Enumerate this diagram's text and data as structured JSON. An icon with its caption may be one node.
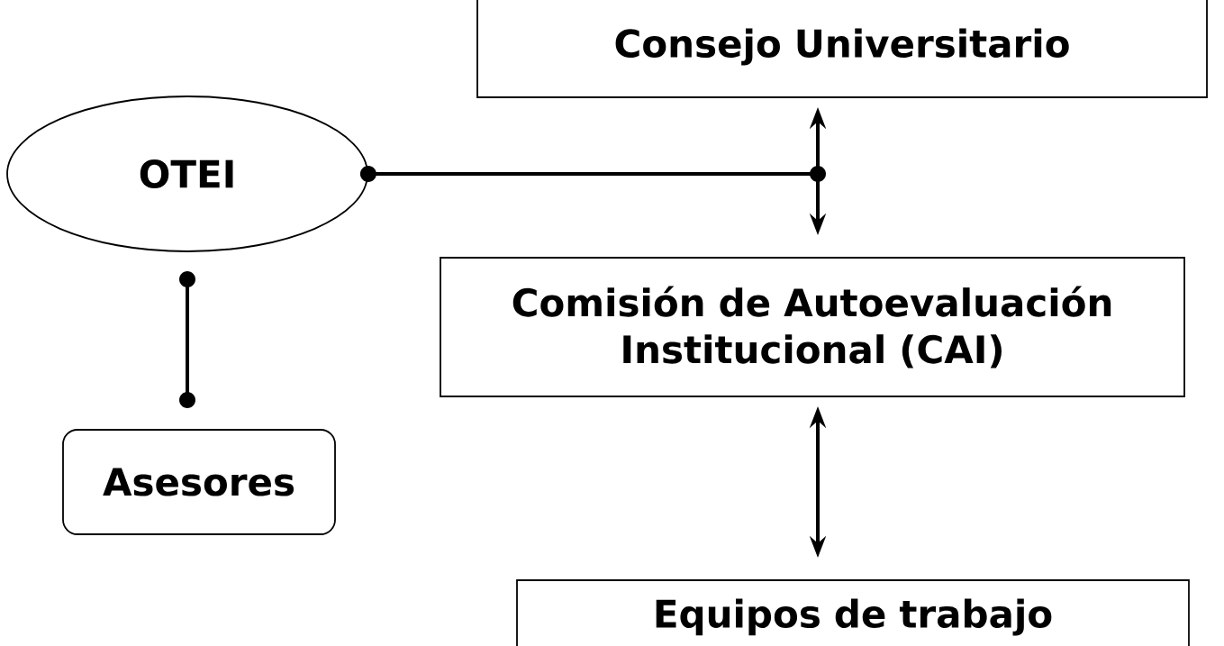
{
  "diagram": {
    "nodes": [
      {
        "text": [
          "Consejo Universitario"
        ]
      },
      {
        "text": [
          "OTEI"
        ]
      },
      {
        "text": [
          "Comisión de Autoevaluación Institucional (CAI)"
        ]
      },
      {
        "text": [
          "Asesores"
        ]
      },
      {
        "text": [
          "Equipos de trabajo"
        ]
      }
    ],
    "edges": [
      {
        "from": 0,
        "to": 2,
        "arrow": "both"
      },
      {
        "from": 1,
        "to": null,
        "arrow": "other"
      },
      {
        "from": 1,
        "to": 3,
        "arrow": "other"
      },
      {
        "from": 2,
        "to": 4,
        "arrow": "both"
      }
    ]
  }
}
